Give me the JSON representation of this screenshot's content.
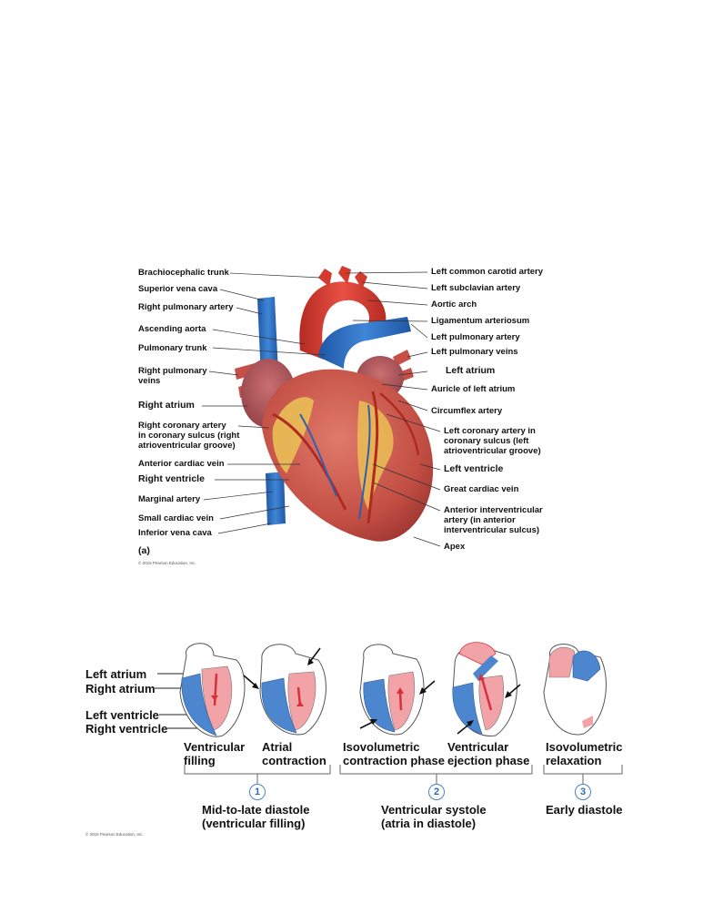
{
  "heart": {
    "left_labels": [
      "Brachiocephalic trunk",
      "Superior vena cava",
      "Right pulmonary artery",
      "Ascending aorta",
      "Pulmonary trunk",
      "Right pulmonary\nveins",
      "Right atrium",
      "Right coronary artery\nin coronary sulcus (right\natrioventricular groove)",
      "Anterior cardiac vein",
      "Right ventricle",
      "Marginal artery",
      "Small cardiac vein",
      "Inferior vena cava"
    ],
    "right_labels": [
      "Left common carotid artery",
      "Left subclavian artery",
      "Aortic arch",
      "Ligamentum arteriosum",
      "Left pulmonary artery",
      "Left pulmonary veins",
      "Left atrium",
      "Auricle of left atrium",
      "Circumflex artery",
      "Left coronary artery in\ncoronary sulcus (left\natrioventricular groove)",
      "Left ventricle",
      "Great cardiac vein",
      "Anterior interventricular\nartery (in anterior\ninterventricular sulcus)",
      "Apex"
    ],
    "panel_label": "(a)",
    "copyright": "© 2015 Pearson Education, Inc."
  },
  "cycle": {
    "legend": [
      "Left atrium",
      "Right atrium",
      "Left ventricle",
      "Right ventricle"
    ],
    "phases": [
      "Ventricular\nfilling",
      "Atrial\ncontraction",
      "Isovolumetric\ncontraction phase",
      "Ventricular\nejection phase",
      "Isovolumetric\nrelaxation"
    ],
    "groups": [
      {
        "num": "1",
        "label": "Mid-to-late diastole\n(ventricular filling)"
      },
      {
        "num": "2",
        "label": "Ventricular systole\n(atria in diastole)"
      },
      {
        "num": "3",
        "label": "Early diastole"
      }
    ],
    "copyright": "© 2015 Pearson Education, Inc."
  },
  "colors": {
    "artery": "#d93a2b",
    "vein": "#2f6fc0",
    "muscle": "#c9574b",
    "fat": "#f0c24a",
    "pink": "#f2a3a8",
    "blue": "#4b86cf"
  }
}
